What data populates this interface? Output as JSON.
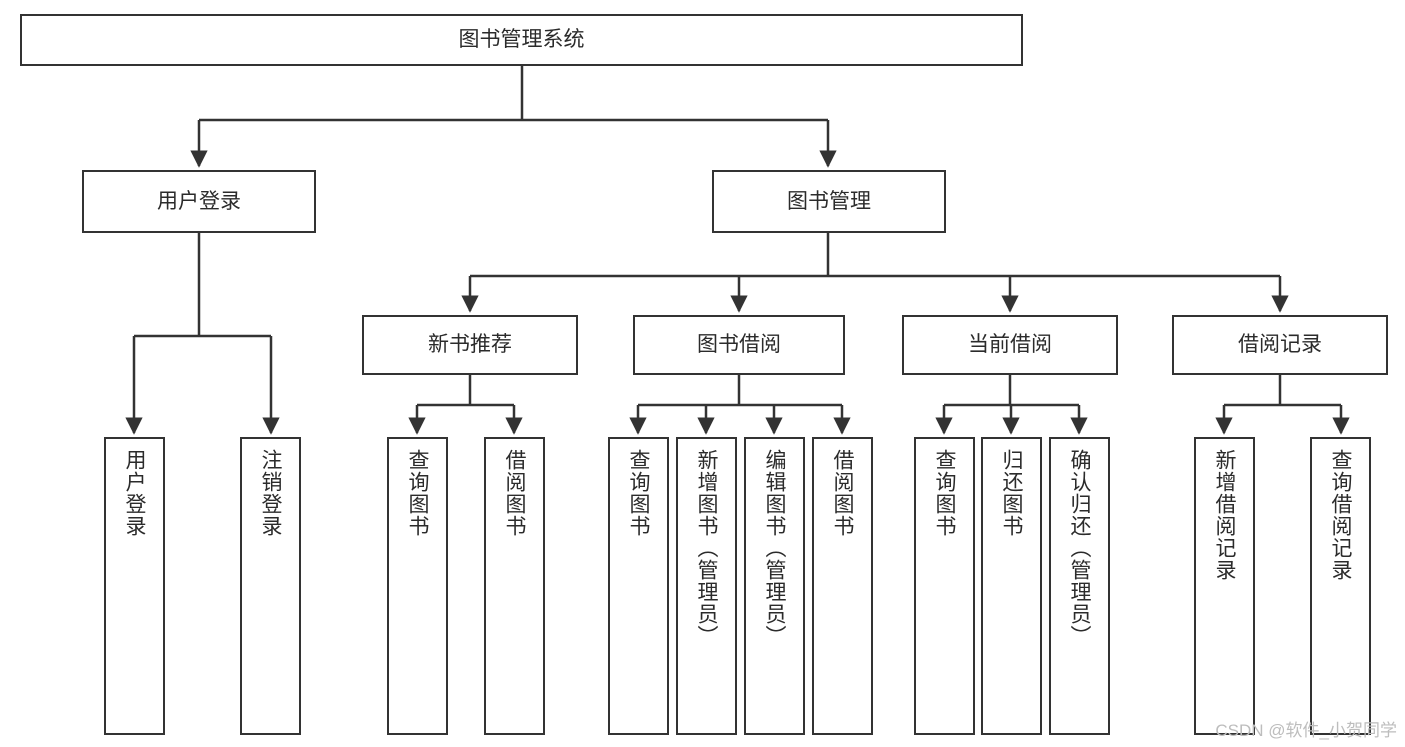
{
  "diagram": {
    "title": "图书管理系统",
    "root": {
      "label": "图书管理系统"
    },
    "level2": [
      {
        "label": "用户登录"
      },
      {
        "label": "图书管理"
      }
    ],
    "level3": [
      {
        "label": "新书推荐"
      },
      {
        "label": "图书借阅"
      },
      {
        "label": "当前借阅"
      },
      {
        "label": "借阅记录"
      }
    ],
    "leaves": {
      "user_login": [
        {
          "label": "用户登录"
        },
        {
          "label": "注销登录"
        }
      ],
      "new_book_recommend": [
        {
          "label": "查询图书"
        },
        {
          "label": "借阅图书"
        }
      ],
      "book_borrow": [
        {
          "label": "查询图书"
        },
        {
          "label": "新增图书（管理员）"
        },
        {
          "label": "编辑图书（管理员）"
        },
        {
          "label": "借阅图书"
        }
      ],
      "current_borrow": [
        {
          "label": "查询图书"
        },
        {
          "label": "归还图书"
        },
        {
          "label": "确认归还（管理员）"
        }
      ],
      "borrow_record": [
        {
          "label": "新增借阅记录"
        },
        {
          "label": "查询借阅记录"
        }
      ]
    },
    "watermark": "CSDN @软件_小贺同学",
    "colors": {
      "stroke": "#333333",
      "text": "#2b2b2b",
      "background": "#ffffff",
      "watermark": "#bdbdbd"
    }
  }
}
